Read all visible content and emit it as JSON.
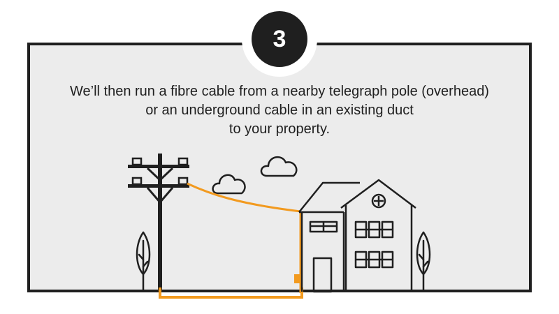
{
  "step": {
    "number": "3"
  },
  "caption": {
    "line1": "We’ll then run a fibre cable from a nearby telegraph pole (overhead)",
    "line2": "or an underground cable in an existing duct",
    "line3": "to your property."
  },
  "colors": {
    "panel_background": "#ececec",
    "outline": "#1f1f1f",
    "cable": "#f29a1f",
    "badge_text": "#ffffff"
  },
  "illustration": {
    "elements": [
      "telegraph-pole",
      "overhead-cable",
      "underground-cable",
      "house",
      "clouds",
      "trees",
      "wall-connection-box"
    ]
  }
}
